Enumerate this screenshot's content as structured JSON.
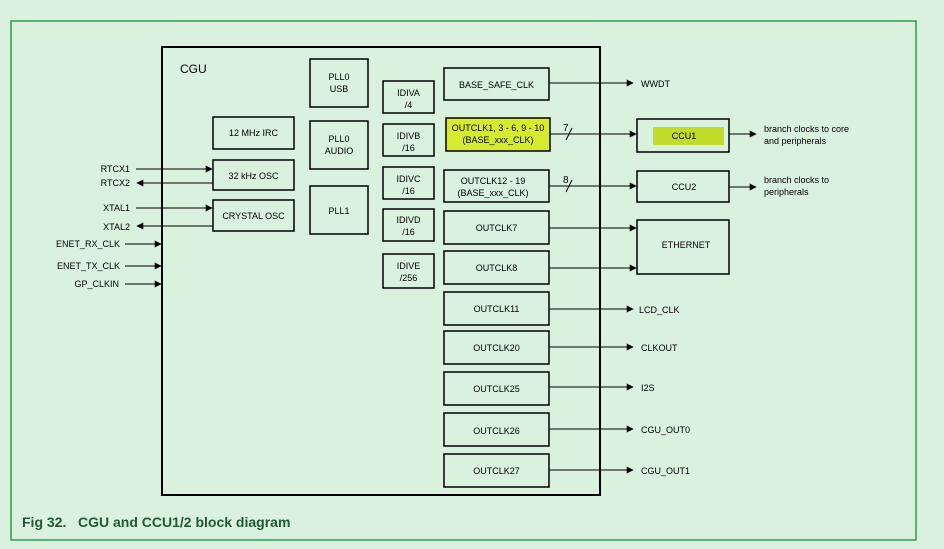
{
  "figure": {
    "caption": "Fig 32.   CGU and CCU1/2 block diagram"
  },
  "cgu": {
    "title": "CGU",
    "sources": {
      "irc": "12 MHz IRC",
      "osc32": "32 kHz OSC",
      "crystal": "CRYSTAL OSC"
    },
    "plls": {
      "pll0usb_l1": "PLL0",
      "pll0usb_l2": "USB",
      "pll0audio_l1": "PLL0",
      "pll0audio_l2": "AUDIO",
      "pll1": "PLL1"
    },
    "dividers": {
      "idiva_l1": "IDIVA",
      "idiva_l2": "/4",
      "idivb_l1": "IDIVB",
      "idivb_l2": "/16",
      "idivc_l1": "IDIVC",
      "idivc_l2": "/16",
      "idivd_l1": "IDIVD",
      "idivd_l2": "/16",
      "idive_l1": "IDIVE",
      "idive_l2": "/256"
    },
    "outputs": {
      "base_safe": "BASE_SAFE_CLK",
      "outclk_grp1_l1": "OUTCLK1, 3 - 6, 9 - 10",
      "outclk_grp1_l2": "(BASE_xxx_CLK)",
      "outclk_grp2_l1": "OUTCLK12 - 19",
      "outclk_grp2_l2": "(BASE_xxx_CLK)",
      "outclk7": "OUTCLK7",
      "outclk8": "OUTCLK8",
      "outclk11": "OUTCLK11",
      "outclk20": "OUTCLK20",
      "outclk25": "OUTCLK25",
      "outclk26": "OUTCLK26",
      "outclk27": "OUTCLK27"
    }
  },
  "inputs": {
    "rtcx1": "RTCX1",
    "rtcx2": "RTCX2",
    "xtal1": "XTAL1",
    "xtal2": "XTAL2",
    "enet_rx": "ENET_RX_CLK",
    "enet_tx": "ENET_TX_CLK",
    "gp_clkin": "GP_CLKIN"
  },
  "bus": {
    "width1": "7",
    "width2": "8"
  },
  "destinations": {
    "ccu1": "CCU1",
    "ccu2": "CCU2",
    "ethernet": "ETHERNET",
    "ccu1_desc_l1": "branch clocks to core",
    "ccu1_desc_l2": "and peripherals",
    "ccu2_desc_l1": "branch clocks to",
    "ccu2_desc_l2": "peripherals",
    "wwdt": "WWDT",
    "lcd_clk": "LCD_CLK",
    "clkout": "CLKOUT",
    "i2s": "I2S",
    "cgu_out0": "CGU_OUT0",
    "cgu_out1": "CGU_OUT1"
  },
  "colors": {
    "frame_border": "#2e9a4e",
    "background": "#daf1dd",
    "highlight": "#d6ea2e",
    "ccu1_highlight": "#c2dc2a",
    "caption": "#1f5a34"
  }
}
